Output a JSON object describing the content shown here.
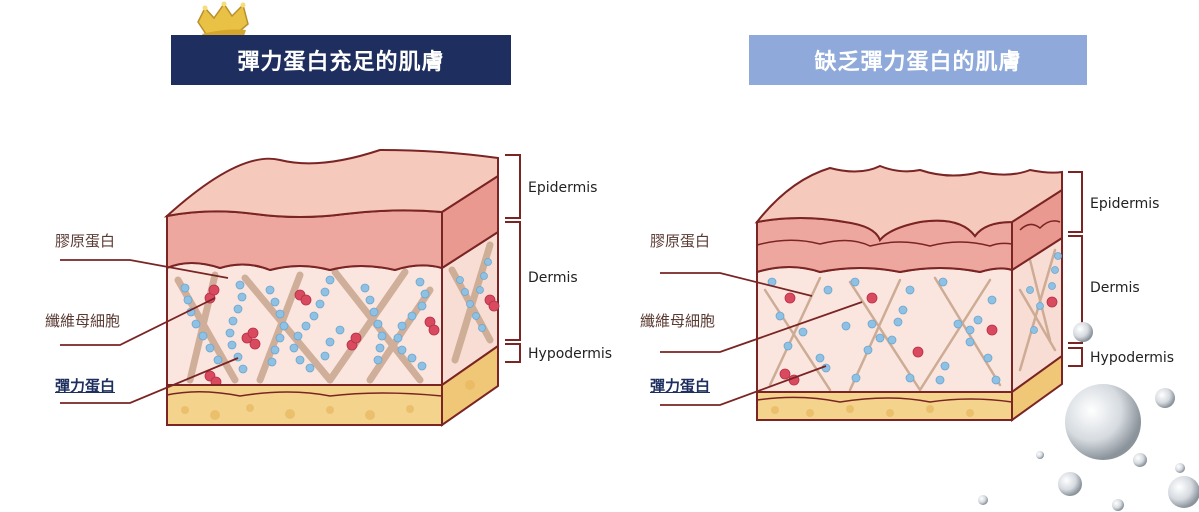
{
  "left": {
    "title": "彈力蛋白充足的肌膚",
    "labels": {
      "collagen": "膠原蛋白",
      "fibroblast": "纖維母細胞",
      "elastin": "彈力蛋白"
    },
    "layers": {
      "epidermis": "Epidermis",
      "dermis": "Dermis",
      "hypodermis": "Hypodermis"
    }
  },
  "right": {
    "title": "缺乏彈力蛋白的肌膚",
    "labels": {
      "collagen": "膠原蛋白",
      "fibroblast": "纖維母細胞",
      "elastin": "彈力蛋白"
    },
    "layers": {
      "epidermis": "Epidermis",
      "dermis": "Dermis",
      "hypodermis": "Hypodermis"
    }
  },
  "colors": {
    "title_left_bg": "#1e2f5f",
    "title_right_bg": "#8fa9db",
    "epidermis": "#f6c9bd",
    "epidermis_band": "#eea79f",
    "dermis": "#fbe6df",
    "hypodermis": "#f4d38c",
    "outline": "#7a2424",
    "elastin_dot": "#8fc1e4",
    "fibroblast": "#d94a5e",
    "collagen_fiber": "#c9a68e"
  }
}
